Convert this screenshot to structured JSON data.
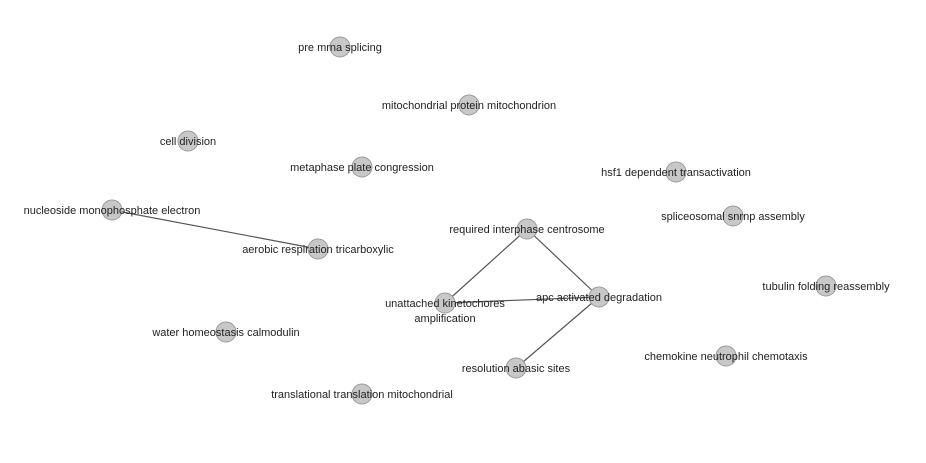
{
  "graph": {
    "nodes": [
      {
        "id": "n1",
        "label": "pre mrna splicing"
      },
      {
        "id": "n2",
        "label": "mitochondrial protein mitochondrion"
      },
      {
        "id": "n3",
        "label": "cell division"
      },
      {
        "id": "n4",
        "label": "metaphase plate congression"
      },
      {
        "id": "n5",
        "label": "hsf1 dependent transactivation"
      },
      {
        "id": "n6",
        "label": "nucleoside monophosphate electron"
      },
      {
        "id": "n7",
        "label": "spliceosomal snrnp assembly"
      },
      {
        "id": "n8",
        "label": "required interphase centrosome"
      },
      {
        "id": "n9",
        "label": "aerobic respiration tricarboxylic"
      },
      {
        "id": "n10",
        "label": "tubulin folding reassembly"
      },
      {
        "id": "n11",
        "label": "apc activated degradation"
      },
      {
        "id": "n12",
        "label": [
          "unattached kinetochores",
          "amplification"
        ]
      },
      {
        "id": "n13",
        "label": "water homeostasis calmodulin"
      },
      {
        "id": "n14",
        "label": "chemokine neutrophil chemotaxis"
      },
      {
        "id": "n15",
        "label": "resolution abasic sites"
      },
      {
        "id": "n16",
        "label": "translational translation mitochondrial"
      }
    ],
    "edges": [
      {
        "source": "n6",
        "target": "n9"
      },
      {
        "source": "n8",
        "target": "n12"
      },
      {
        "source": "n8",
        "target": "n11"
      },
      {
        "source": "n12",
        "target": "n11"
      },
      {
        "source": "n11",
        "target": "n15"
      }
    ]
  }
}
